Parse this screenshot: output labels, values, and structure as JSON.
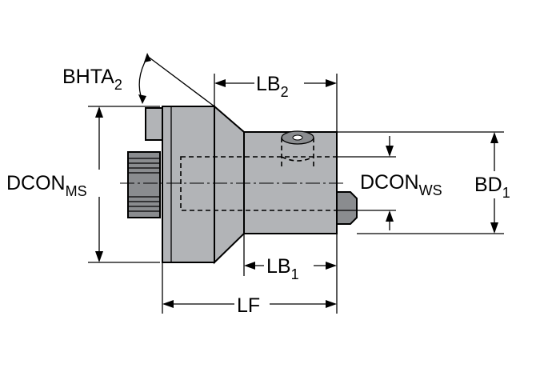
{
  "labels": {
    "bhta": {
      "main": "BHTA",
      "sub": "2"
    },
    "lb2": {
      "main": "LB",
      "sub": "2"
    },
    "dcon_ms": {
      "main": "DCON",
      "sub": "MS"
    },
    "dcon_ws": {
      "main": "DCON",
      "sub": "WS"
    },
    "bd1": {
      "main": "BD",
      "sub": "1"
    },
    "lb1": {
      "main": "LB",
      "sub": "1"
    },
    "lf": {
      "main": "LF"
    }
  },
  "colors": {
    "body": "#b2b4b7",
    "dark": "#8a8c8f",
    "line": "#000000"
  }
}
